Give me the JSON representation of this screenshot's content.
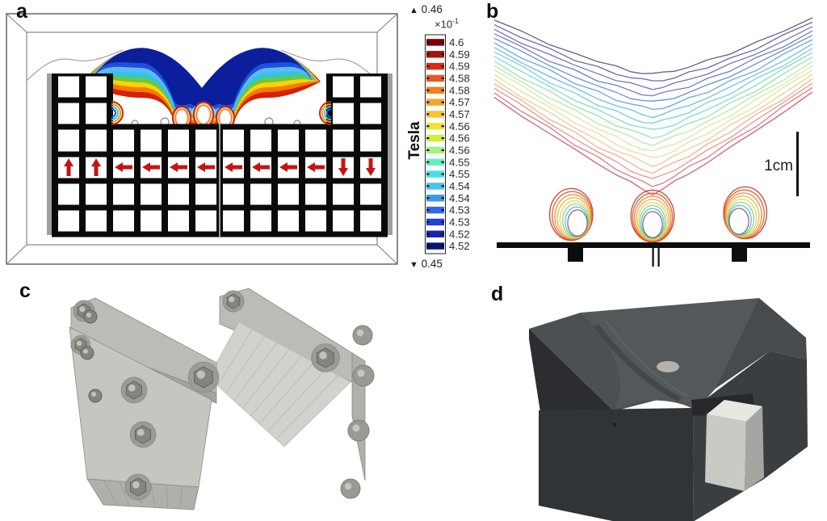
{
  "panels": {
    "a": {
      "label": "a"
    },
    "b": {
      "label": "b"
    },
    "c": {
      "label": "c"
    },
    "d": {
      "label": "d"
    }
  },
  "colorbar": {
    "unit_label": "Tesla",
    "over_marker": "▲",
    "over_value": "0.46",
    "under_marker": "▼",
    "under_value": "0.45",
    "multiplier_base": "×10",
    "multiplier_exp": "-1",
    "ticks": [
      "4.6",
      "4.59",
      "4.59",
      "4.58",
      "4.58",
      "4.57",
      "4.57",
      "4.56",
      "4.56",
      "4.56",
      "4.55",
      "4.55",
      "4.54",
      "4.54",
      "4.53",
      "4.53",
      "4.52",
      "4.52"
    ],
    "band_colors": [
      "#7d0006",
      "#a81208",
      "#dd2a12",
      "#ee5621",
      "#f47f1e",
      "#f8a226",
      "#fac42d",
      "#f3e32f",
      "#d1ef36",
      "#9ff37d",
      "#66eec0",
      "#43e2e1",
      "#47c3ee",
      "#3e97f3",
      "#2f6ae8",
      "#2142d6",
      "#1423ab",
      "#071478"
    ]
  },
  "panel_a": {
    "arrow_directions": [
      "up",
      "up",
      "left",
      "left",
      "left",
      "left",
      "left",
      "left",
      "left",
      "left",
      "down",
      "down"
    ],
    "arrow_color": "#c41414",
    "field_layer_colors": [
      "#d81f04",
      "#f57a00",
      "#fdd400",
      "#6cc83e",
      "#2bc7e0",
      "#62b8f2",
      "#1d50dc",
      "#0b1f9c"
    ],
    "field_layer_undersides": [
      121,
      114,
      108,
      102,
      96,
      90,
      84,
      78
    ],
    "field_layer_center_dips": [
      153,
      150,
      147,
      144,
      141,
      137,
      133,
      128
    ],
    "center_patch_color": "#8fe0f6",
    "mini_arc_colors": [
      "#cc2200",
      "#ff9900",
      "#2ec8e0",
      "#1d52e0"
    ],
    "frame_color": "#5a5a5a",
    "grid_color": "#0a0a0a"
  },
  "panel_b": {
    "scale_bar_label": "1cm",
    "n_contours": 18,
    "contour_colors": [
      "#50507c",
      "#5b5b96",
      "#6565ac",
      "#5f70bf",
      "#5c84cb",
      "#5c9cd4",
      "#60b6da",
      "#65ccd3",
      "#73d8c0",
      "#8fdfa8",
      "#b2e69b",
      "#d4e898",
      "#e7dd92",
      "#ecc88b",
      "#ecab84",
      "#e78c80",
      "#da6d76",
      "#c65064"
    ],
    "balloon_ring_colors": [
      "#c8362a",
      "#e05a2c",
      "#ee8433",
      "#ecb240",
      "#d8d85a",
      "#90d07c",
      "#4cc4c8",
      "#3050c0"
    ],
    "baseline_color": "#0d0d0d"
  },
  "panel_c": {
    "palette": {
      "plate": "#c6c6c0",
      "plate_light": "#d6d6d0",
      "rail": "#bcbcb6",
      "rail_dark": "#a4a49e",
      "floor": "#d2d2cc",
      "stack": "#b0b0aa",
      "bolt": "#85857f",
      "bolt_dark": "#63635d",
      "washer": "#9c9c96",
      "cap": "#c2c2bc",
      "seam": "#bdbdb7",
      "edge": "#8a8a84",
      "dome": "#9a9a94"
    }
  },
  "panel_d": {
    "palette": {
      "top_left": "#4d5053",
      "saddle": "#54585b",
      "saddle_groove": "#44474a",
      "saddle_sheen": "#5e6164",
      "right_top": "#484b4e",
      "front": "#313437",
      "right_face": "#3b3e41",
      "bevel": "#2b2d30",
      "clip": "#26282b",
      "disc": "#b5b2a9",
      "silver_front": "#c9c9c5",
      "silver_top": "#e7e7e3",
      "silver_side": "#a5a5a1"
    }
  },
  "chart_data": [
    {
      "id": "a",
      "type": "area",
      "description": "Simulation of magnetic flux density above a magnet array; red arrows show magnetization direction of each magnet column",
      "unit": "Tesla",
      "colorbar_over": "0.46",
      "colorbar_under": "0.45",
      "colorbar_scale": "x10^-1",
      "colorbar_ticks": [
        "4.6",
        "4.59",
        "4.59",
        "4.58",
        "4.58",
        "4.57",
        "4.57",
        "4.56",
        "4.56",
        "4.56",
        "4.55",
        "4.55",
        "4.54",
        "4.54",
        "4.53",
        "4.53",
        "4.52",
        "4.52"
      ],
      "magnetization_directions": [
        "up",
        "up",
        "left",
        "left",
        "left",
        "left",
        "left",
        "left",
        "left",
        "left",
        "down",
        "down"
      ]
    },
    {
      "id": "b",
      "type": "line",
      "description": "Contour plot of magnetic field magnitude above three pole regions",
      "n_contours": 18,
      "scale_bar": "1cm"
    }
  ]
}
